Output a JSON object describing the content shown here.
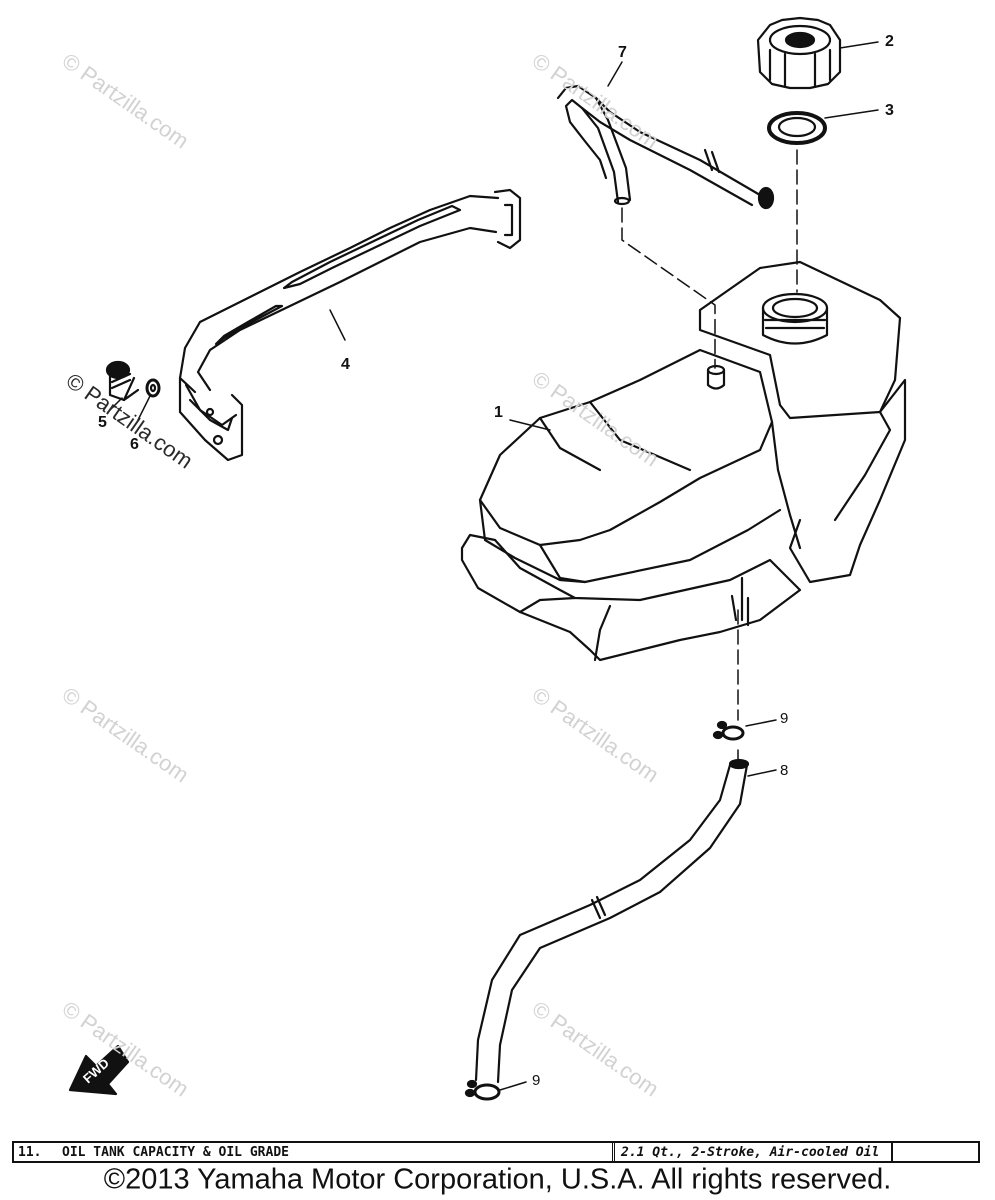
{
  "watermark": {
    "text": "© Partzilla.com"
  },
  "callouts": {
    "tank": "1",
    "cap": "2",
    "gasket": "3",
    "band": "4",
    "bolt": "5",
    "washer": "6",
    "breather_pipe": "7",
    "oil_pipe": "8",
    "clip_upper": "9",
    "clip_lower": "9"
  },
  "fwd_arrow": {
    "label": "FWD"
  },
  "spec_table": {
    "item_no": "11.",
    "label": "OIL TANK CAPACITY & OIL GRADE",
    "value": "2.1 Qt., 2-Stroke, Air-cooled Oil"
  },
  "copyright": "©2013 Yamaha Motor Corporation, U.S.A. All rights reserved."
}
